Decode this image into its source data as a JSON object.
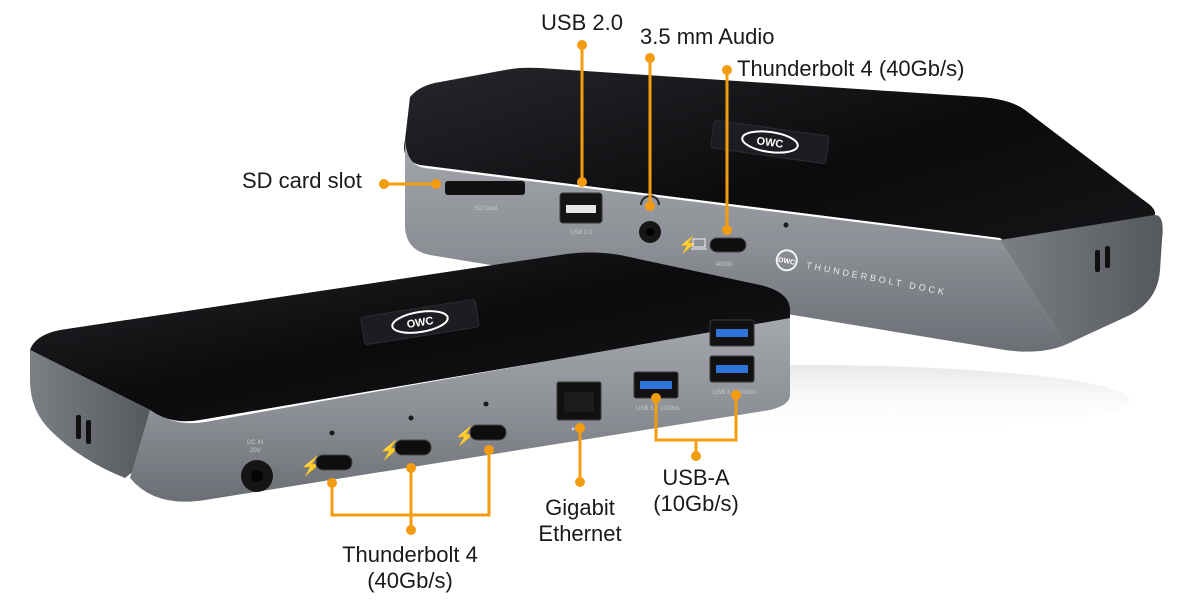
{
  "colors": {
    "accent": "#F39C12",
    "dock_top": "#0c0c0e",
    "dock_front": "#8a8d93",
    "usb3_port": "#2f74d8"
  },
  "callouts": {
    "usb20": "USB 2.0",
    "audio": "3.5 mm Audio",
    "tb4_front": "Thunderbolt 4 (40Gb/s)",
    "sd": "SD card slot",
    "ethernet_line1": "Gigabit",
    "ethernet_line2": "Ethernet",
    "usba_line1": "USB-A",
    "usba_line2": "(10Gb/s)",
    "tb4_rear_line1": "Thunderbolt 4",
    "tb4_rear_line2": "(40Gb/s)"
  },
  "device_text": {
    "brand_logo": "OWC",
    "product_name": "THUNDERBOLT DOCK",
    "sd_port": "SD Card",
    "usb2_port": "USB 2.0",
    "tb_port": "40Gb/",
    "dc_in_line1": "DC IN",
    "dc_in_line2": "20V",
    "usb_a_port": "USB 3.2 10Gb/s"
  },
  "icons": [
    "thunderbolt-icon",
    "laptop-icon",
    "headphones-icon",
    "ethernet-icon"
  ]
}
